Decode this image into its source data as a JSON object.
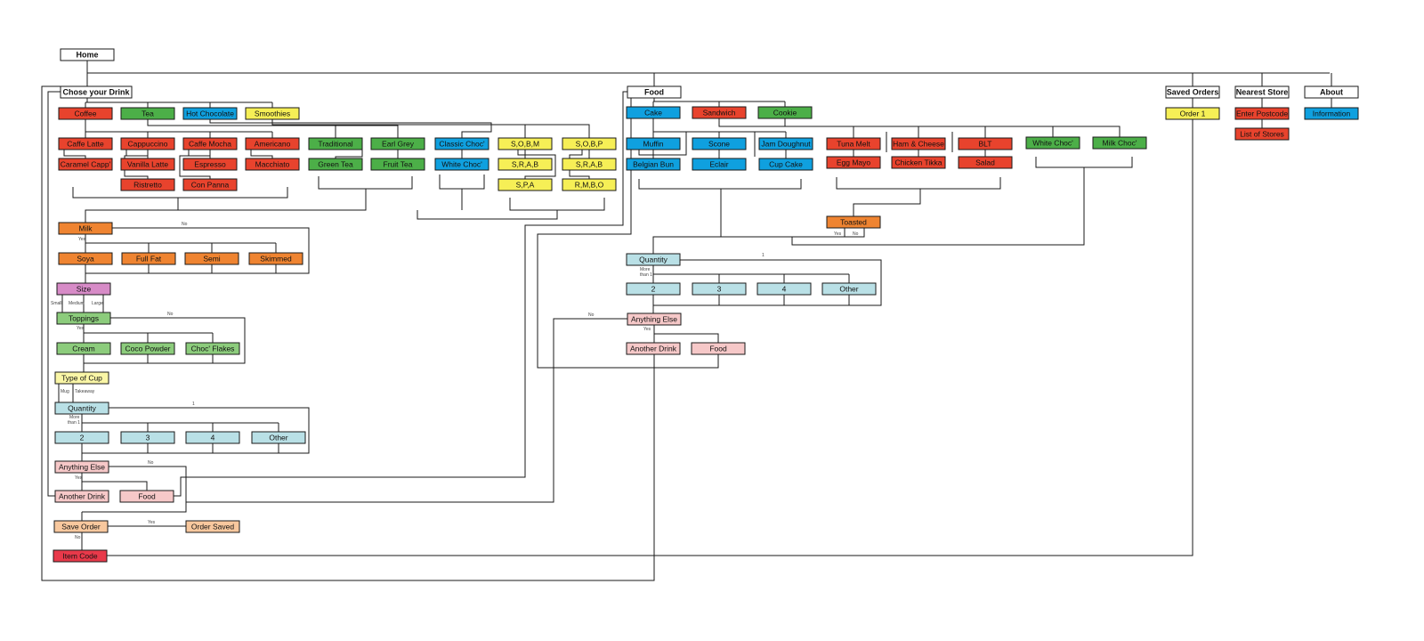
{
  "colors": {
    "white": "#ffffff",
    "red": "#e8432d",
    "green": "#4caf48",
    "blue": "#0fa0df",
    "yellow": "#f6ef56",
    "orange": "#ef8431",
    "purple": "#d78bc7",
    "ltgreen": "#8ccc7c",
    "cream": "#faf6a6",
    "ltblue": "#b9e0e6",
    "pink": "#f6c8c8",
    "peach": "#f8c89e",
    "crimson": "#e8394a",
    "line": "#1a1a1a"
  },
  "nodes": {
    "home": {
      "label": "Home",
      "color": "white"
    },
    "chose_drink": {
      "label": "Chose your Drink",
      "color": "white"
    },
    "food": {
      "label": "Food",
      "color": "white"
    },
    "saved_orders": {
      "label": "Saved Orders",
      "color": "white"
    },
    "nearest_store": {
      "label": "Nearest Store",
      "color": "white"
    },
    "about": {
      "label": "About",
      "color": "white"
    },
    "coffee": {
      "label": "Coffee",
      "color": "red"
    },
    "tea": {
      "label": "Tea",
      "color": "green"
    },
    "hot_chocolate": {
      "label": "Hot Chocolate",
      "color": "blue"
    },
    "smoothies": {
      "label": "Smoothies",
      "color": "yellow"
    },
    "caffe_latte": {
      "label": "Caffe Latte",
      "color": "red"
    },
    "cappuccino": {
      "label": "Cappuccino",
      "color": "red"
    },
    "caffe_mocha": {
      "label": "Caffe Mocha",
      "color": "red"
    },
    "americano": {
      "label": "Americano",
      "color": "red"
    },
    "caramel_capp": {
      "label": "Caramel Capp'",
      "color": "red"
    },
    "vanilla_latte": {
      "label": "Vanilla Latte",
      "color": "red"
    },
    "espresso": {
      "label": "Espresso",
      "color": "red"
    },
    "macchiato": {
      "label": "Macchiato",
      "color": "red"
    },
    "ristretto": {
      "label": "Ristretto",
      "color": "red"
    },
    "con_panna": {
      "label": "Con Panna",
      "color": "red"
    },
    "traditional": {
      "label": "Traditional",
      "color": "green"
    },
    "earl_grey": {
      "label": "Earl Grey",
      "color": "green"
    },
    "green_tea": {
      "label": "Green Tea",
      "color": "green"
    },
    "fruit_tea": {
      "label": "Fruit Tea",
      "color": "green"
    },
    "classic_choc": {
      "label": "Classic Choc'",
      "color": "blue"
    },
    "white_choc_drink": {
      "label": "White Choc'",
      "color": "blue"
    },
    "sobm": {
      "label": "S,O,B,M",
      "color": "yellow"
    },
    "sobp": {
      "label": "S,O,B,P",
      "color": "yellow"
    },
    "srab1": {
      "label": "S,R,A,B",
      "color": "yellow"
    },
    "srab2": {
      "label": "S,R,A,B",
      "color": "yellow"
    },
    "spa": {
      "label": "S,P,A",
      "color": "yellow"
    },
    "rmbo": {
      "label": "R,M,B,O",
      "color": "yellow"
    },
    "milk": {
      "label": "Milk",
      "color": "orange"
    },
    "soya": {
      "label": "Soya",
      "color": "orange"
    },
    "full_fat": {
      "label": "Full Fat",
      "color": "orange"
    },
    "semi": {
      "label": "Semi",
      "color": "orange"
    },
    "skimmed": {
      "label": "Skimmed",
      "color": "orange"
    },
    "size": {
      "label": "Size",
      "color": "purple"
    },
    "toppings": {
      "label": "Toppings",
      "color": "ltgreen"
    },
    "cream": {
      "label": "Cream",
      "color": "ltgreen"
    },
    "coco_powder": {
      "label": "Coco Powder",
      "color": "ltgreen"
    },
    "choc_flakes": {
      "label": "Choc' Flakes",
      "color": "ltgreen"
    },
    "type_of_cup": {
      "label": "Type of Cup",
      "color": "cream"
    },
    "quantity_d": {
      "label": "Quantity",
      "color": "ltblue"
    },
    "q2_d": {
      "label": "2",
      "color": "ltblue"
    },
    "q3_d": {
      "label": "3",
      "color": "ltblue"
    },
    "q4_d": {
      "label": "4",
      "color": "ltblue"
    },
    "qother_d": {
      "label": "Other",
      "color": "ltblue"
    },
    "anything_else_d": {
      "label": "Anything Else",
      "color": "pink"
    },
    "another_drink_d": {
      "label": "Another Drink",
      "color": "pink"
    },
    "food_d": {
      "label": "Food",
      "color": "pink"
    },
    "save_order": {
      "label": "Save Order",
      "color": "peach"
    },
    "order_saved": {
      "label": "Order Saved",
      "color": "peach"
    },
    "item_code": {
      "label": "Item Code",
      "color": "crimson"
    },
    "cake": {
      "label": "Cake",
      "color": "blue"
    },
    "sandwich": {
      "label": "Sandwich",
      "color": "red"
    },
    "cookie": {
      "label": "Cookie",
      "color": "green"
    },
    "muffin": {
      "label": "Muffin",
      "color": "blue"
    },
    "scone": {
      "label": "Scone",
      "color": "blue"
    },
    "jam_doughnut": {
      "label": "Jam Doughnut",
      "color": "blue"
    },
    "belgian_bun": {
      "label": "Belgian Bun",
      "color": "blue"
    },
    "eclair": {
      "label": "Eclair",
      "color": "blue"
    },
    "cup_cake": {
      "label": "Cup Cake",
      "color": "blue"
    },
    "tuna_melt": {
      "label": "Tuna Melt",
      "color": "red"
    },
    "ham_cheese": {
      "label": "Ham & Cheese",
      "color": "red"
    },
    "blt": {
      "label": "BLT",
      "color": "red"
    },
    "egg_mayo": {
      "label": "Egg Mayo",
      "color": "red"
    },
    "chicken_tikka": {
      "label": "Chicken Tikka",
      "color": "red"
    },
    "salad": {
      "label": "Salad",
      "color": "red"
    },
    "white_choc_cookie": {
      "label": "White Choc'",
      "color": "green"
    },
    "milk_choc": {
      "label": "Milk Choc'",
      "color": "green"
    },
    "toasted": {
      "label": "Toasted",
      "color": "orange"
    },
    "quantity_f": {
      "label": "Quantity",
      "color": "ltblue"
    },
    "q2_f": {
      "label": "2",
      "color": "ltblue"
    },
    "q3_f": {
      "label": "3",
      "color": "ltblue"
    },
    "q4_f": {
      "label": "4",
      "color": "ltblue"
    },
    "qother_f": {
      "label": "Other",
      "color": "ltblue"
    },
    "anything_else_f": {
      "label": "Anything Else",
      "color": "pink"
    },
    "another_drink_f": {
      "label": "Another Drink",
      "color": "pink"
    },
    "food_f": {
      "label": "Food",
      "color": "pink"
    },
    "order1": {
      "label": "Order 1",
      "color": "yellow"
    },
    "enter_postcode": {
      "label": "Enter Postcode",
      "color": "red"
    },
    "list_of_stores": {
      "label": "List of Stores",
      "color": "red"
    },
    "information": {
      "label": "Information",
      "color": "blue"
    }
  },
  "edge_labels": {
    "milk_no": "No",
    "milk_yes": "Yes",
    "size_small": "Small",
    "size_medium": "Medium",
    "size_large": "Large",
    "toppings_no": "No",
    "toppings_yes": "Yes",
    "cup_mug": "Mug",
    "cup_takeaway": "Takeaway",
    "qty_d_one": "1",
    "qty_d_more_1": "More",
    "qty_d_more_2": "than 1",
    "ae_d_no": "No",
    "ae_d_yes": "Yes",
    "save_yes": "Yes",
    "save_no": "No",
    "toasted_yes": "Yes",
    "toasted_no": "No",
    "qty_f_one": "1",
    "qty_f_more_1": "More",
    "qty_f_more_2": "than 1",
    "ae_f_no": "No",
    "ae_f_yes": "Yes"
  }
}
